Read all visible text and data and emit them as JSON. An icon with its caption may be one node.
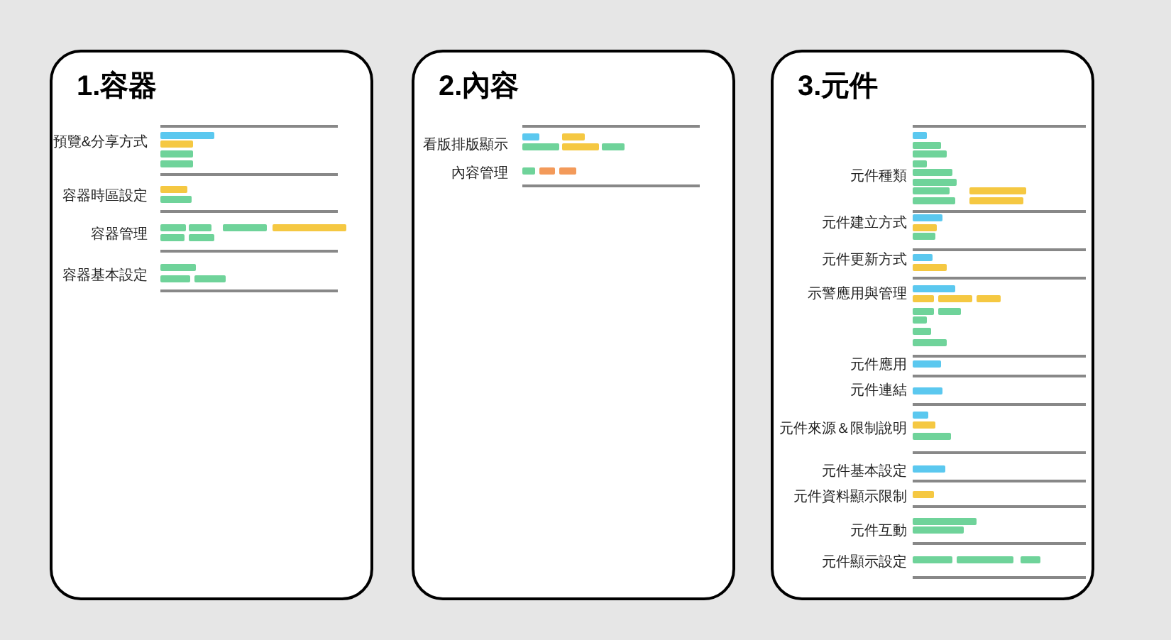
{
  "diagram": {
    "nodes": [
      {
        "text": [
          "1.容器",
          "預覽&分享方式",
          "容器時區設定",
          "容器管理",
          "容器基本設定"
        ]
      },
      {
        "text": [
          "2.內容",
          "看版排版顯示",
          "內容管理"
        ]
      },
      {
        "text": [
          "3.元件",
          "元件種類",
          "元件建立方式",
          "元件更新方式",
          "示警應用與管理",
          "元件應用",
          "元件連結",
          "元件來源＆限制說明",
          "元件基本設定",
          "元件資料顯示限制",
          "元件互動",
          "元件顯示設定"
        ]
      }
    ]
  }
}
